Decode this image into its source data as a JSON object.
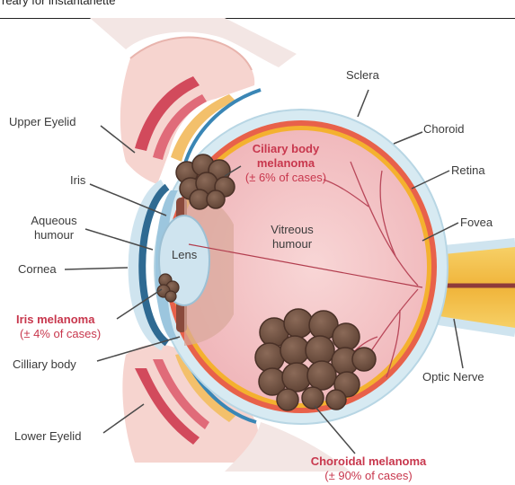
{
  "header_text": "reary for instantanette",
  "labels": {
    "sclera": "Sclera",
    "choroid": "Choroid",
    "retina": "Retina",
    "fovea": "Fovea",
    "optic_nerve": "Optic Nerve",
    "upper_eyelid": "Upper Eyelid",
    "iris": "Iris",
    "aqueous_humour_1": "Aqueous",
    "aqueous_humour_2": "humour",
    "cornea": "Cornea",
    "lens": "Lens",
    "vitreous_humour_1": "Vitreous",
    "vitreous_humour_2": "humour",
    "ciliary_body": "Cilliary body",
    "lower_eyelid": "Lower Eyelid"
  },
  "melanomas": {
    "ciliary_title_1": "Ciliary body",
    "ciliary_title_2": "melanoma",
    "ciliary_pct": "(± 6% of cases)",
    "iris_title": "Iris melanoma",
    "iris_pct": "(± 4% of cases)",
    "choroidal_title": "Choroidal melanoma",
    "choroidal_pct": "(± 90% of cases)"
  },
  "colors": {
    "sclera": "#d7eaf2",
    "choroid": "#e8614a",
    "retina": "#f4b12f",
    "vitreous": "#f4c7c9",
    "tumor": "#7a5848",
    "tumor_dark": "#5a3d31",
    "lens": "#cfe4ef",
    "cornea": "#2f6a92",
    "eyelid": "#f6d4cf",
    "nerve": "#f5c33b",
    "label_text": "#3b3b3b",
    "melanoma_text": "#c8374d"
  }
}
